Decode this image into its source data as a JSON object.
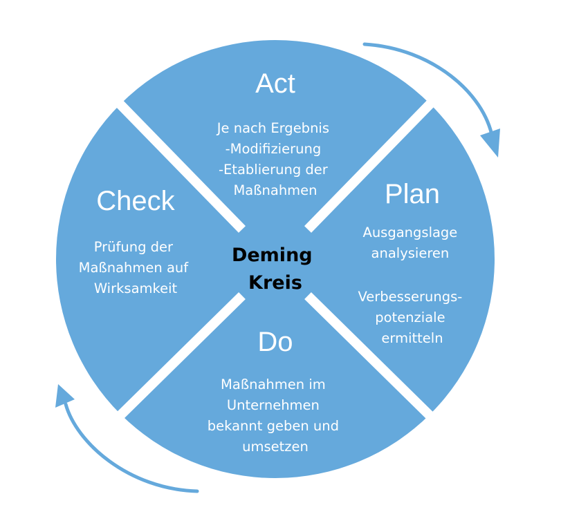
{
  "diagram": {
    "center": {
      "lines": [
        "Deming",
        "Kreis"
      ]
    },
    "quadrants": {
      "act": {
        "title": "Act",
        "lines": [
          "Je nach Ergebnis",
          "-Modifizierung",
          "-Etablierung der",
          "Maßnahmen"
        ]
      },
      "plan": {
        "title": "Plan",
        "lines": [
          "Ausgangslage",
          "analysieren",
          "Verbesserungs-",
          "potenziale",
          "ermitteln"
        ]
      },
      "do": {
        "title": "Do",
        "lines": [
          "Maßnahmen im",
          "Unternehmen",
          "bekannt geben und",
          "umsetzen"
        ]
      },
      "check": {
        "title": "Check",
        "lines": [
          "Prüfung der",
          "Maßnahmen auf",
          "Wirksamkeit"
        ]
      }
    },
    "colors": {
      "circle_fill": "#65a9dc",
      "divider": "#ffffff",
      "arrow": "#65a9dc"
    }
  }
}
